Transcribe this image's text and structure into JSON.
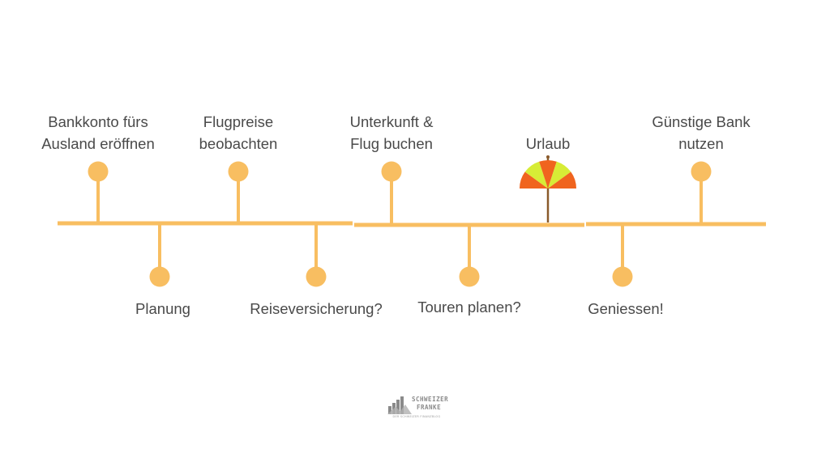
{
  "timeline": {
    "line_color": "#f8be61",
    "milestones": [
      {
        "id": "bankkonto",
        "label": "Bankkonto fürs\nAusland eröffnen",
        "side": "top",
        "marker": "dot"
      },
      {
        "id": "planung",
        "label": "Planung",
        "side": "bottom",
        "marker": "dot"
      },
      {
        "id": "flugpreise",
        "label": "Flugpreise\nbeobachten",
        "side": "top",
        "marker": "dot"
      },
      {
        "id": "reiseversicherung",
        "label": "Reiseversicherung?",
        "side": "bottom",
        "marker": "dot"
      },
      {
        "id": "unterkunft",
        "label": "Unterkunft &\nFlug buchen",
        "side": "top",
        "marker": "dot"
      },
      {
        "id": "touren",
        "label": "Touren planen?",
        "side": "bottom",
        "marker": "dot"
      },
      {
        "id": "urlaub",
        "label": "Urlaub",
        "side": "top",
        "marker": "umbrella-icon"
      },
      {
        "id": "geniessen",
        "label": "Geniessen!",
        "side": "bottom",
        "marker": "dot"
      },
      {
        "id": "guenstige-bank",
        "label": "Günstige Bank\nnutzen",
        "side": "top",
        "marker": "dot"
      }
    ]
  },
  "colors": {
    "text": "#4a4a4a",
    "umbrella_orange": "#f0641e",
    "umbrella_yellow": "#d7ec36",
    "umbrella_pole": "#8a5a2b"
  },
  "logo": {
    "line1": "SCHWEIZER",
    "line2": "FRANKE",
    "tagline": "DER SCHWEIZER FINANZBLOG",
    "icon": "building-chart-logo-icon"
  }
}
